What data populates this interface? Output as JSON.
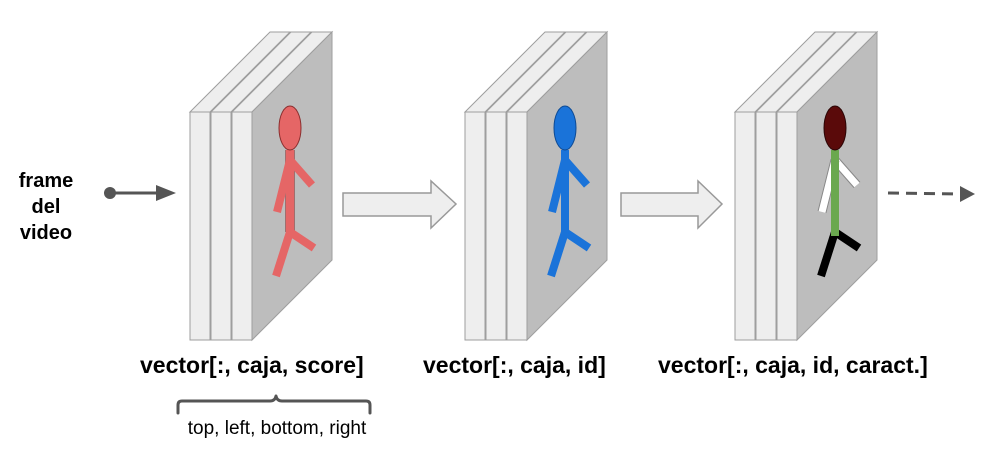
{
  "input": {
    "label": "frame\ndel\nvideo"
  },
  "stages": [
    {
      "label": "vector[:, caja, score]",
      "figure_color": "#e56666",
      "head_color": "#e56666",
      "torso_color": "#e56666",
      "arm_color": "#e56666",
      "leg_color": "#e56666"
    },
    {
      "label": "vector[:, caja, id]",
      "figure_color": "#1a73d9",
      "head_color": "#1a73d9",
      "torso_color": "#1a73d9",
      "arm_color": "#1a73d9",
      "leg_color": "#1a73d9"
    },
    {
      "label": "vector[:, caja, id, caract.]",
      "figure_color": "#5a0a0a",
      "head_color": "#5a0a0a",
      "torso_color": "#6aa84f",
      "arm_color": "#ffffff",
      "leg_color": "#000000"
    }
  ],
  "brace": {
    "label": "top, left, bottom, right"
  },
  "colors": {
    "panel_face": "#bdbdbd",
    "panel_side": "#eeeeee",
    "panel_edge": "#9e9e9e",
    "arrow_fill": "#eeeeee",
    "arrow_stroke": "#999999",
    "line_dark": "#555555"
  }
}
